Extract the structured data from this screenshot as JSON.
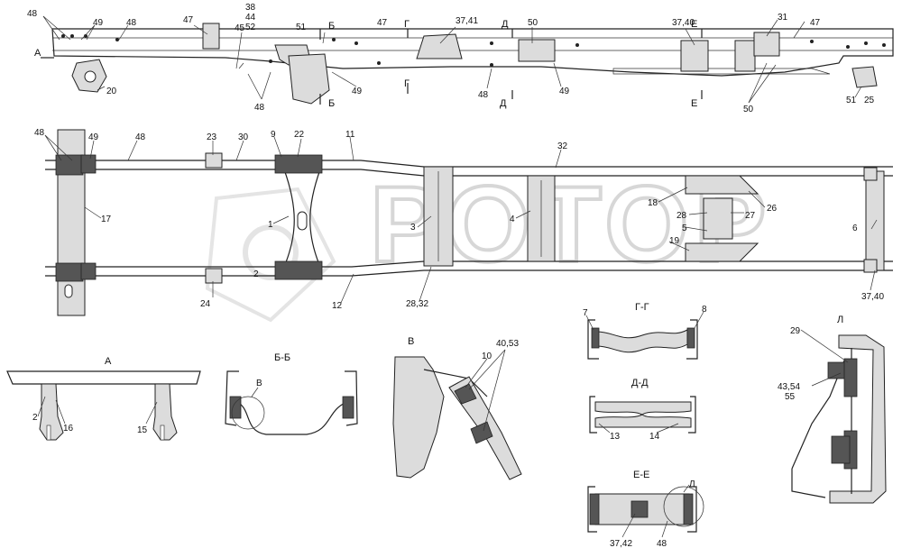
{
  "watermark": "РОТОР",
  "section_labels": {
    "A": "А",
    "B": "Б",
    "G": "Г",
    "D": "Д",
    "E": "Е"
  },
  "view_titles": {
    "view_a": "А",
    "section_bb": "Б-Б",
    "detail_v": "В",
    "section_gg": "Г-Г",
    "section_dd": "Д-Д",
    "section_ee": "Е-Е",
    "detail_l": "Л"
  },
  "callouts_side": {
    "c48a": "48",
    "c49a": "49",
    "c48b": "48",
    "c47a": "47",
    "c38": "38",
    "c44": "44",
    "c52": "52",
    "c45": "45",
    "c51a": "51",
    "c47b": "47",
    "c3741a": "37,41",
    "c50a": "50",
    "c3740a": "37,40",
    "c31": "31",
    "c47c": "47",
    "c20": "20",
    "c48c": "48",
    "c49b": "49",
    "c48d": "48",
    "c49c": "49",
    "c50b": "50",
    "c51b": "51",
    "c25": "25"
  },
  "callouts_top": {
    "c48": "48",
    "c49": "49",
    "c48b": "48",
    "c23": "23",
    "c30": "30",
    "c9": "9",
    "c22": "22",
    "c11": "11",
    "c32": "32",
    "c17": "17",
    "c1": "1",
    "c2": "2",
    "c3": "3",
    "c4": "4",
    "c18": "18",
    "c26": "26",
    "c28": "28",
    "c27": "27",
    "c19": "19",
    "c5": "5",
    "c6": "6",
    "c24": "24",
    "c12": "12",
    "c2832": "28,32",
    "c3740": "37,40"
  },
  "callouts_details": {
    "a2": "2",
    "a16": "16",
    "a15": "15",
    "bB": "В",
    "v4053": "40,53",
    "v10": "10",
    "g7": "7",
    "g8": "8",
    "d13": "13",
    "d14": "14",
    "e3742": "37,42",
    "e48": "48",
    "eL": "Л",
    "l29": "29",
    "l4354": "43,54",
    "l55": "55"
  }
}
